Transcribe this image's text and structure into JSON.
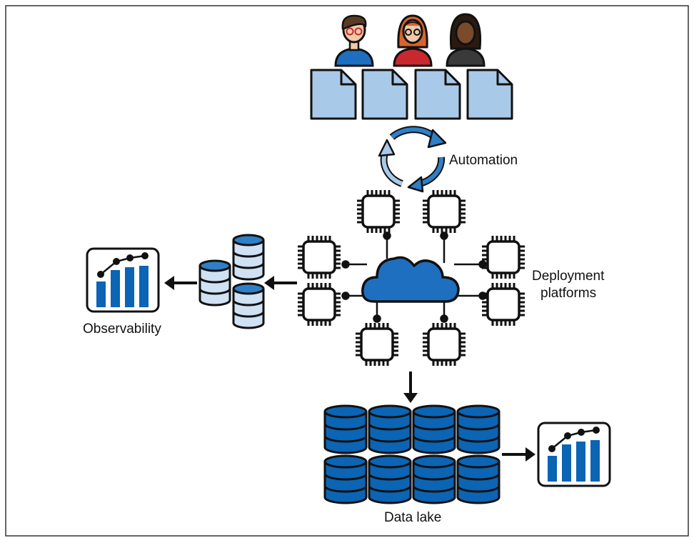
{
  "labels": {
    "automation": "Automation",
    "deployment_line1": "Deployment",
    "deployment_line2": "platforms",
    "observability": "Observability",
    "data_lake": "Data lake"
  },
  "colors": {
    "border": "#333333",
    "ink": "#111111",
    "blue_dark": "#0b64b4",
    "blue_mid": "#2f7fc6",
    "blue_light": "#a9c9e8",
    "blue_pale": "#cfe1f3",
    "skin_light": "#f2c8a8",
    "skin_dark": "#7a4a2a",
    "shirt_blue": "#1f6fc0",
    "shirt_red": "#c8282e",
    "shirt_dark": "#3a3a3a"
  },
  "icons": {
    "people": [
      "man-with-glasses-icon",
      "woman-red-hair-icon",
      "woman-dark-hair-icon"
    ],
    "documents": 4,
    "chips": 8,
    "cloud": "cloud-icon",
    "automation": "refresh-cycle-icon",
    "database_small": 3,
    "database_lake": 8,
    "dashboards": 2
  }
}
